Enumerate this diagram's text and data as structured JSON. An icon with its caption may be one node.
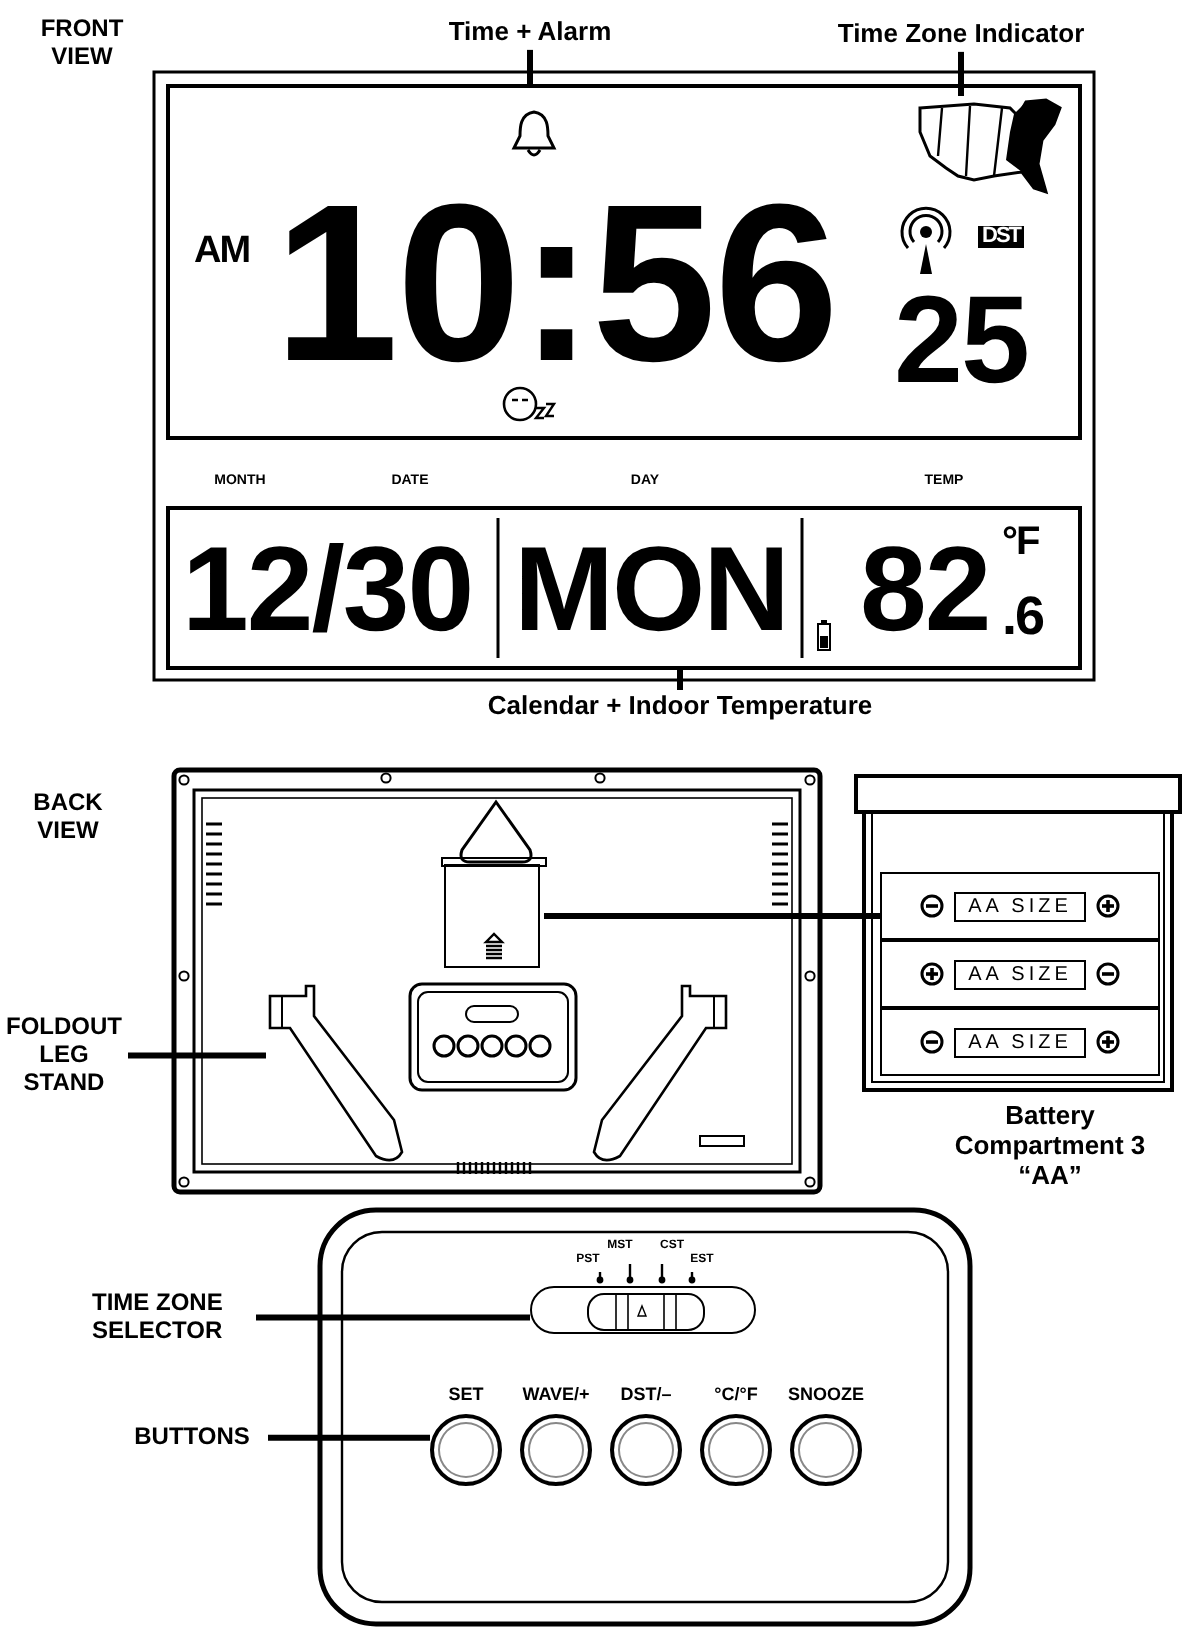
{
  "diagram": {
    "nodes": [
      {
        "text": [
          "Time + Alarm"
        ]
      },
      {
        "text": [
          "Time Zone Indicator"
        ]
      },
      {
        "text": [
          "AM",
          "10:56",
          "DST",
          "25"
        ]
      },
      {
        "text": [],
        "shape": "picture",
        "in": 2
      },
      {
        "text": [
          "12/30",
          "MON",
          "82",
          "°F",
          ".6"
        ]
      },
      {
        "text": [
          "Calendar + Indoor Temperature"
        ]
      },
      {
        "text": [
          "FOLDOUT LEG STAND"
        ]
      },
      {
        "text": [],
        "shape": "picture"
      },
      {
        "text": [],
        "shape": "picture"
      },
      {
        "text": [],
        "shape": "box"
      },
      {
        "text": [
          "AA SIZE",
          "AA SIZE",
          "AA SIZE"
        ],
        "beside": [
          "Battery Compartment 3 “AA”"
        ]
      },
      {
        "text": [
          "TIME ZONE SELECTOR"
        ]
      },
      {
        "text": [],
        "shape": "box"
      },
      {
        "text": [
          "BUTTONS"
        ]
      },
      {
        "text": [],
        "shape": "circle",
        "beside": [
          "SET"
        ]
      },
      {
        "text": [],
        "shape": "circle",
        "beside": [
          "WAVE/+"
        ]
      },
      {
        "text": [],
        "shape": "circle",
        "beside": [
          "DST/–"
        ]
      },
      {
        "text": [],
        "shape": "circle",
        "beside": [
          "°C/°F"
        ]
      },
      {
        "text": [],
        "shape": "circle",
        "beside": [
          "SNOOZE"
        ]
      }
    ],
    "edges": [
      {
        "from": 0,
        "to": 2,
        "arrow": "none"
      },
      {
        "from": 1,
        "to": 3,
        "arrow": "none"
      },
      {
        "from": 5,
        "to": 4,
        "arrow": "none"
      },
      {
        "from": 6,
        "to": 7,
        "arrow": "none"
      },
      {
        "from": 9,
        "to": 10,
        "arrow": "none"
      },
      {
        "from": 11,
        "to": 12,
        "arrow": "none"
      },
      {
        "from": 13,
        "to": 14,
        "arrow": "none"
      }
    ],
    "labels": [
      "FRONT VIEW",
      "MONTH",
      "DATE",
      "DAY",
      "TEMP",
      "BACK VIEW",
      "PST",
      "MST",
      "CST",
      "EST"
    ]
  }
}
